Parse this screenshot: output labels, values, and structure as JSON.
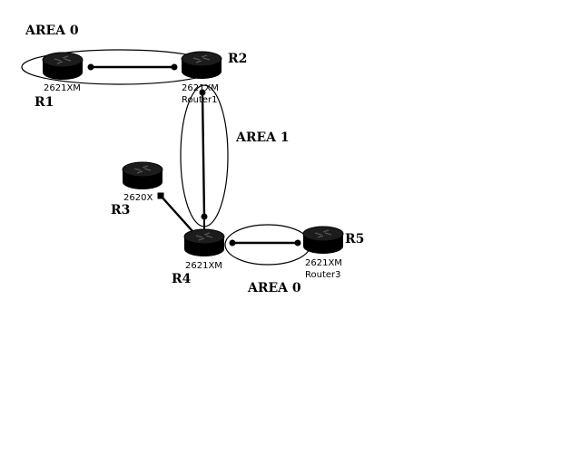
{
  "areas": [
    {
      "id": "area0-top",
      "label": "AREA 0"
    },
    {
      "id": "area1",
      "label": "AREA 1"
    },
    {
      "id": "area0-bottom",
      "label": "AREA 0"
    }
  ],
  "routers": [
    {
      "id": "r1",
      "name": "R1",
      "model": "2621XM",
      "hostname": ""
    },
    {
      "id": "r2",
      "name": "R2",
      "model": "2621XM",
      "hostname": "Router1"
    },
    {
      "id": "r3",
      "name": "R3",
      "model": "2620X",
      "hostname": ""
    },
    {
      "id": "r4",
      "name": "R4",
      "model": "2621XM",
      "hostname": ""
    },
    {
      "id": "r5",
      "name": "R5",
      "model": "2621XM",
      "hostname": "Router3"
    }
  ],
  "links": [
    {
      "from": "R1",
      "to": "R2"
    },
    {
      "from": "R2",
      "to": "R4"
    },
    {
      "from": "R3",
      "to": "R4"
    },
    {
      "from": "R4",
      "to": "R5"
    }
  ],
  "icon": "router-icon"
}
